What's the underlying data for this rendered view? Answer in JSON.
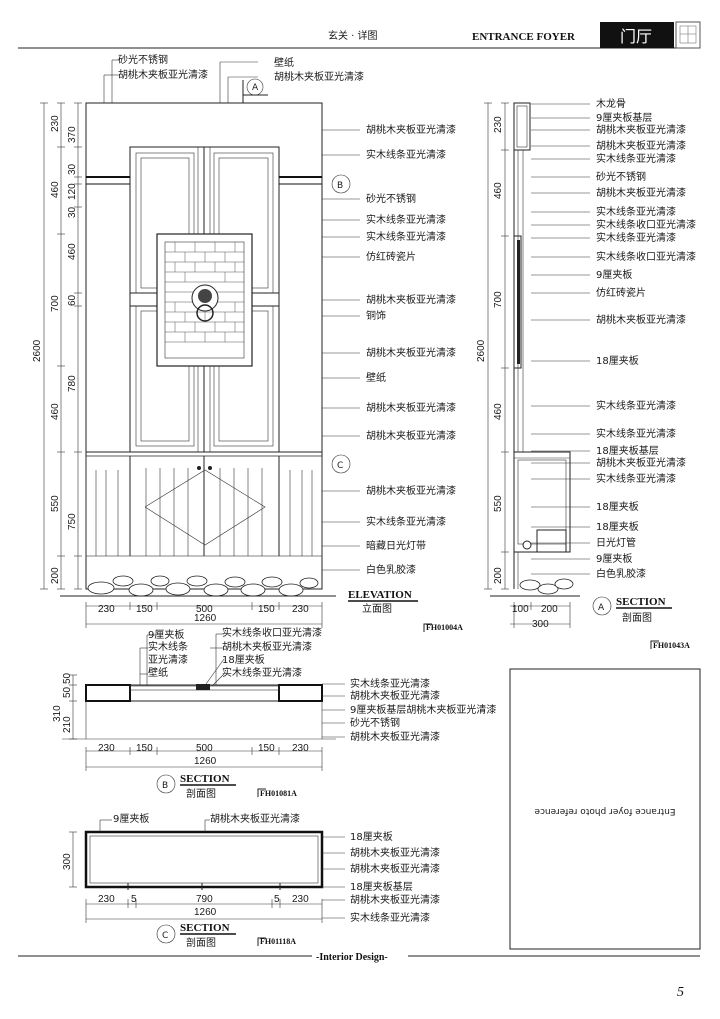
{
  "header": {
    "title_cn": "玄关 · 详图",
    "title_en": "ENTRANCE FOYER",
    "tab_label": "门厅"
  },
  "footer": {
    "label": "-Interior Design-",
    "page_number": "5"
  },
  "elevation": {
    "title_en": "ELEVATION",
    "title_cn": "立面图",
    "code": "FH01004A",
    "markers": [
      "A",
      "B",
      "C"
    ],
    "left_dims": [
      "230",
      "370",
      "30",
      "120",
      "30",
      "460",
      "460",
      "60",
      "700",
      "780",
      "460",
      "550",
      "750",
      "200"
    ],
    "total_height": "2600",
    "bottom_dims": [
      "230",
      "150",
      "500",
      "150",
      "230"
    ],
    "total_width": "1260",
    "top_labels": [
      "砂光不锈钢",
      "胡桃木夹板亚光清漆",
      "壁纸",
      "胡桃木夹板亚光清漆"
    ],
    "right_labels": [
      "胡桃木夹板亚光清漆",
      "实木线条亚光清漆",
      "砂光不锈钢",
      "实木线条亚光清漆",
      "实木线条亚光清漆",
      "仿红砖瓷片",
      "胡桃木夹板亚光清漆",
      "铜饰",
      "胡桃木夹板亚光清漆",
      "壁纸",
      "胡桃木夹板亚光清漆",
      "胡桃木夹板亚光清漆",
      "胡桃木夹板亚光清漆",
      "实木线条亚光清漆",
      "暗藏日光灯带",
      "白色乳胶漆"
    ]
  },
  "section_a": {
    "marker": "A",
    "title_en": "SECTION",
    "title_cn": "剖面图",
    "code": "FH01043A",
    "left_dims": [
      "230",
      "460",
      "700",
      "460",
      "550",
      "200"
    ],
    "total_height": "2600",
    "bottom_dims": [
      "100",
      "200"
    ],
    "total_width": "300",
    "labels": [
      "木龙骨",
      "9厘夹板基层",
      "胡桃木夹板亚光清漆",
      "胡桃木夹板亚光清漆",
      "实木线条亚光清漆",
      "砂光不锈钢",
      "胡桃木夹板亚光清漆",
      "实木线条亚光清漆",
      "实木线条收口亚光清漆",
      "实木线条亚光清漆",
      "实木线条收口亚光清漆",
      "9厘夹板",
      "仿红砖瓷片",
      "胡桃木夹板亚光清漆",
      "18厘夹板",
      "实木线条亚光清漆",
      "实木线条亚光清漆",
      "18厘夹板基层",
      "胡桃木夹板亚光清漆",
      "实木线条亚光清漆",
      "18厘夹板",
      "18厘夹板",
      "日光灯管",
      "9厘夹板",
      "白色乳胶漆"
    ]
  },
  "section_b": {
    "marker": "B",
    "title_en": "SECTION",
    "title_cn": "剖面图",
    "code": "FH01081A",
    "left_dims": [
      "50",
      "50",
      "310",
      "210"
    ],
    "bottom_dims": [
      "230",
      "150",
      "500",
      "150",
      "230"
    ],
    "total_width": "1260",
    "top_labels": [
      "9厘夹板",
      "实木线条",
      "亚光清漆",
      "壁纸",
      "实木线条收口亚光清漆",
      "胡桃木夹板亚光清漆",
      "18厘夹板",
      "实木线条亚光清漆"
    ],
    "right_labels": [
      "实木线条亚光清漆",
      "胡桃木夹板亚光清漆",
      "9厘夹板基层胡桃木夹板亚光清漆",
      "砂光不锈钢",
      "胡桃木夹板亚光清漆"
    ]
  },
  "section_c": {
    "marker": "C",
    "title_en": "SECTION",
    "title_cn": "剖面图",
    "code": "FH01118A",
    "left_dim": "300",
    "bottom_dims": [
      "230",
      "5",
      "790",
      "5",
      "230"
    ],
    "total_width": "1260",
    "top_labels": [
      "9厘夹板",
      "胡桃木夹板亚光清漆"
    ],
    "right_labels": [
      "18厘夹板",
      "胡桃木夹板亚光清漆",
      "胡桃木夹板亚光清漆",
      "18厘夹板基层",
      "胡桃木夹板亚光清漆",
      "实木线条亚光清漆"
    ]
  },
  "photo_panel": {
    "caption": "Entrance foyer photo reference"
  }
}
